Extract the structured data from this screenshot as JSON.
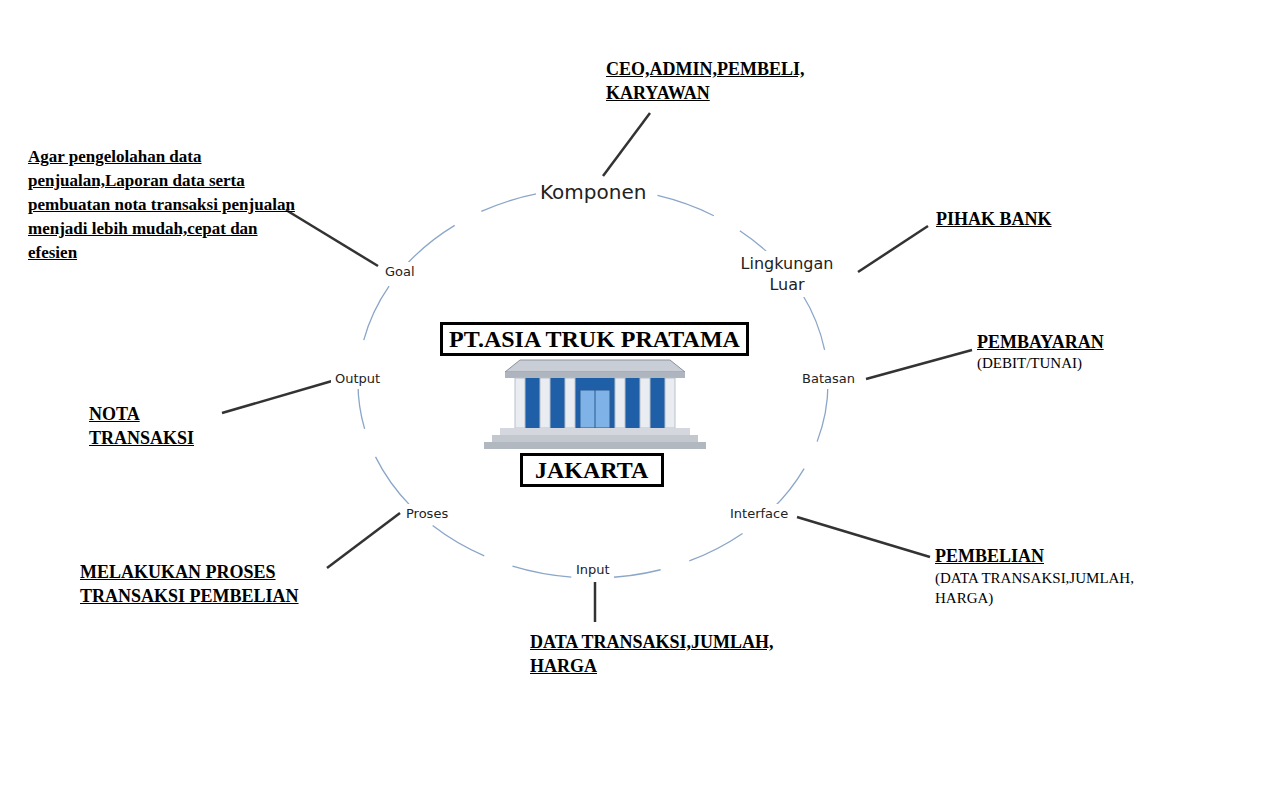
{
  "diagram": {
    "nodes": [
      {
        "text": [
          "PT.ASIA TRUK PRATAMA"
        ]
      },
      {
        "text": [
          "JAKARTA"
        ]
      }
    ],
    "labels": [
      "CEO,ADMIN,PEMBELI, KARYAWAN",
      "Agar pengelolahan data penjualan,Laporan data serta pembuatan nota transaksi penjualan menjadi lebih mudah,cepat dan efesien",
      "Komponen",
      "PIHAK BANK",
      "Goal",
      "Lingkungan Luar",
      "PEMBAYARAN",
      "(DEBIT/TUNAI)",
      "Output",
      "Batasan",
      "NOTA TRANSAKSI",
      "Proses",
      "Interface",
      "PEMBELIAN",
      "(DATA TRANSAKSI,JUMLAH, HARGA)",
      "MELAKUKAN PROSES TRANSAKSI PEMBELIAN",
      "Input",
      "DATA TRANSAKSI,JUMLAH, HARGA"
    ]
  }
}
